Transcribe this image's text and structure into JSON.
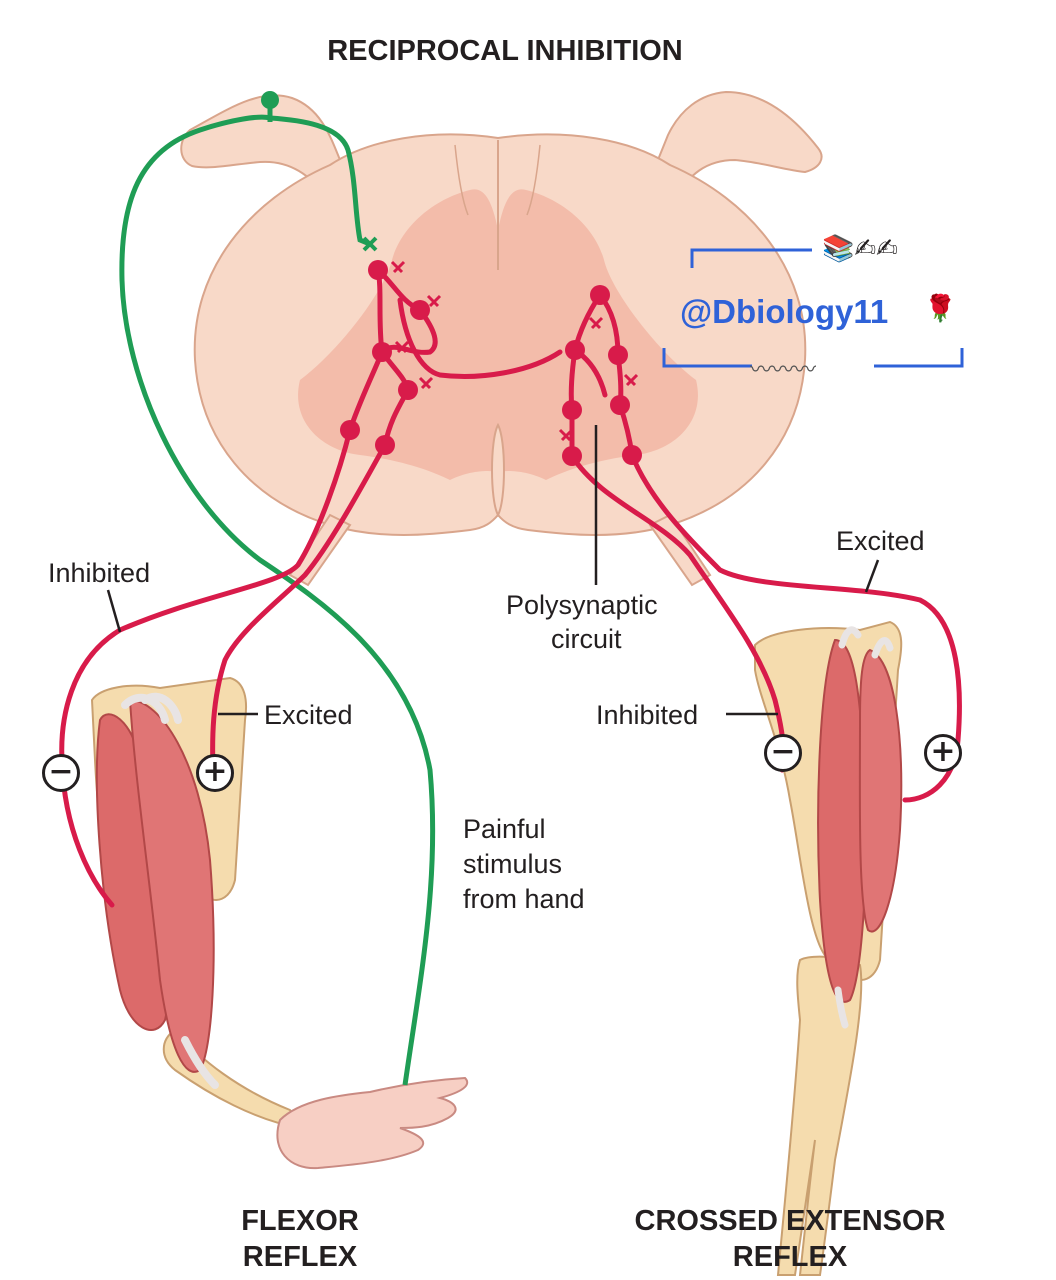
{
  "title": "RECIPROCAL INHIBITION",
  "labels": {
    "left_inhibited": "Inhibited",
    "left_excited": "Excited",
    "right_excited": "Excited",
    "right_inhibited": "Inhibited",
    "polysynaptic_line1": "Polysynaptic",
    "polysynaptic_line2": "circuit",
    "stimulus_line1": "Painful",
    "stimulus_line2": "stimulus",
    "stimulus_line3": "from hand"
  },
  "signs": {
    "minus": "−",
    "plus": "+"
  },
  "captions": {
    "flexor_line1": "FLEXOR",
    "flexor_line2": "REFLEX",
    "crossed_line1": "CROSSED EXTENSOR",
    "crossed_line2": "REFLEX"
  },
  "watermark": {
    "handle": "@Dbiology11",
    "emoji_top": "📚✍✍",
    "emoji_flower": "🌹",
    "squiggle": "〰〰〰"
  },
  "colors": {
    "sensory_nerve": "#1f9d55",
    "motor_nerve": "#d81b4a",
    "cord": "#f8d9c8",
    "grey_matter": "#f2b6a5",
    "bone": "#f5dcae",
    "muscle": "#dc6a6a",
    "watermark": "#2f62d8"
  }
}
